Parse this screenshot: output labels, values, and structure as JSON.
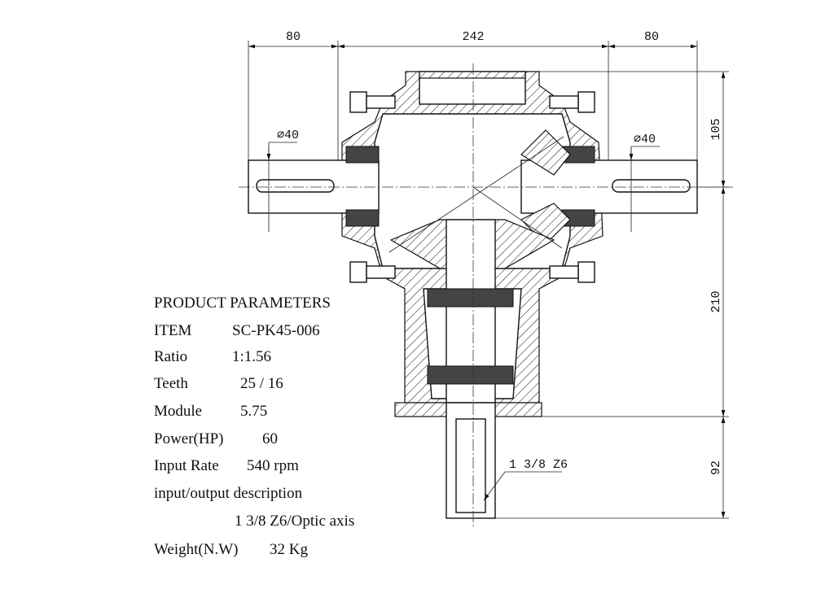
{
  "dimensions": {
    "left_shaft_length": "80",
    "housing_width": "242",
    "right_shaft_length": "80",
    "left_shaft_diameter": "⌀40",
    "right_shaft_diameter": "⌀40",
    "top_height": "105",
    "lower_height": "210",
    "output_shaft_length": "92",
    "output_spline": "1 3/8 Z6"
  },
  "parameters": {
    "title": "PRODUCT PARAMETERS",
    "rows": [
      {
        "label": "ITEM",
        "value": "SC-PK45-006"
      },
      {
        "label": "Ratio",
        "value": "1:1.56"
      },
      {
        "label": "Teeth",
        "value": "25 / 16"
      },
      {
        "label": "Module",
        "value": "5.75"
      },
      {
        "label": "Power(HP)",
        "value": "60"
      },
      {
        "label": "Input Rate",
        "value": "540 rpm"
      },
      {
        "label": "input/output description",
        "value": "1 3/8 Z6/Optic axis"
      },
      {
        "label": "Weight(N.W)",
        "value": "32 Kg"
      }
    ]
  }
}
